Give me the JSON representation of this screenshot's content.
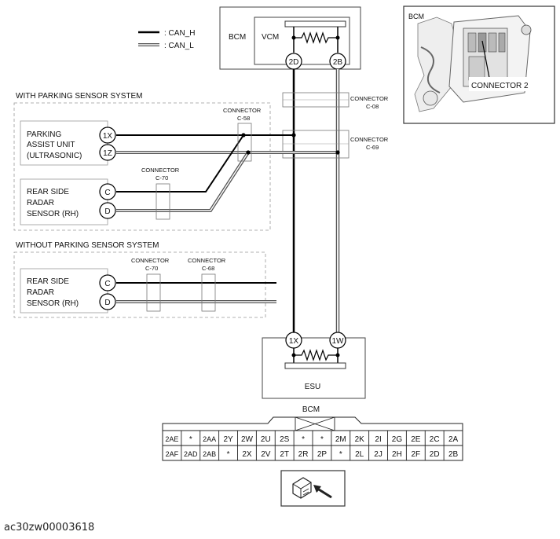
{
  "legend": {
    "can_h": ": CAN_H",
    "can_l": ": CAN_L"
  },
  "top": {
    "bcm": "BCM",
    "vcm": "VCM",
    "pin_2d": "2D",
    "pin_2b": "2B"
  },
  "inset": {
    "bcm": "BCM",
    "connector2": "CONNECTOR 2"
  },
  "right_connectors": [
    {
      "label": "CONNECTOR",
      "code": "C-08"
    },
    {
      "label": "CONNECTOR",
      "code": "C-69"
    }
  ],
  "with_section": {
    "title": "WITH PARKING SENSOR SYSTEM",
    "pas_lines": [
      "PARKING",
      "ASSIST UNIT",
      "(ULTRASONIC)"
    ],
    "pas_pins": [
      "1X",
      "1Z"
    ],
    "rsr_lines": [
      "REAR SIDE",
      "RADAR",
      "SENSOR (RH)"
    ],
    "rsr_pins": [
      "C",
      "D"
    ],
    "conn_c58": {
      "label": "CONNECTOR",
      "code": "C-58"
    },
    "conn_c70": {
      "label": "CONNECTOR",
      "code": "C-70"
    }
  },
  "without_section": {
    "title": "WITHOUT PARKING SENSOR SYSTEM",
    "rsr_lines": [
      "REAR SIDE",
      "RADAR",
      "SENSOR (RH)"
    ],
    "rsr_pins": [
      "C",
      "D"
    ],
    "conn_c70": {
      "label": "CONNECTOR",
      "code": "C-70"
    },
    "conn_c68": {
      "label": "CONNECTOR",
      "code": "C-68"
    }
  },
  "esu": {
    "label": "ESU",
    "pins": [
      "1X",
      "1W"
    ]
  },
  "bcm_connector": {
    "label": "BCM",
    "row1": [
      "2AE",
      "*",
      "2AA",
      "2Y",
      "2W",
      "2U",
      "2S",
      "*",
      "*",
      "2M",
      "2K",
      "2I",
      "2G",
      "2E",
      "2C",
      "2A"
    ],
    "row2": [
      "2AF",
      "2AD",
      "2AB",
      "*",
      "2X",
      "2V",
      "2T",
      "2R",
      "2P",
      "*",
      "2L",
      "2J",
      "2H",
      "2F",
      "2D",
      "2B"
    ]
  },
  "footer": "ac30zw00003618"
}
